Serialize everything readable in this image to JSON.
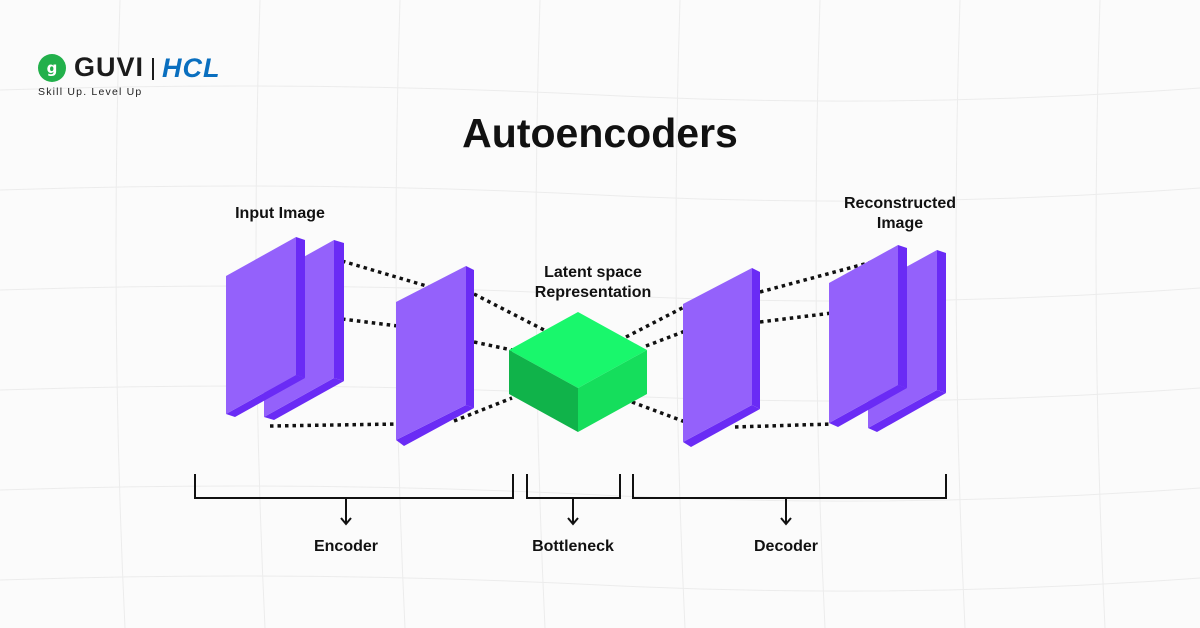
{
  "brand": {
    "logo_icon": "guvi-leaf-icon",
    "logo_glyph": "g",
    "name": "GUVI",
    "partner": "HCL",
    "tagline": "Skill Up. Level Up"
  },
  "title": "Autoencoders",
  "labels": {
    "input_image": "Input Image",
    "latent_line1": "Latent space",
    "latent_line2": "Representation",
    "reconstructed_line1": "Reconstructed",
    "reconstructed_line2": "Image",
    "encoder": "Encoder",
    "bottleneck": "Bottleneck",
    "decoder": "Decoder"
  },
  "colors": {
    "layer_front": "#9461fb",
    "layer_side": "#6a2bf5",
    "cube_top": "#19f76c",
    "cube_left": "#10b34a",
    "cube_right": "#15de5c",
    "brand_green": "#22b04b",
    "brand_blue": "#0a6fbf"
  }
}
